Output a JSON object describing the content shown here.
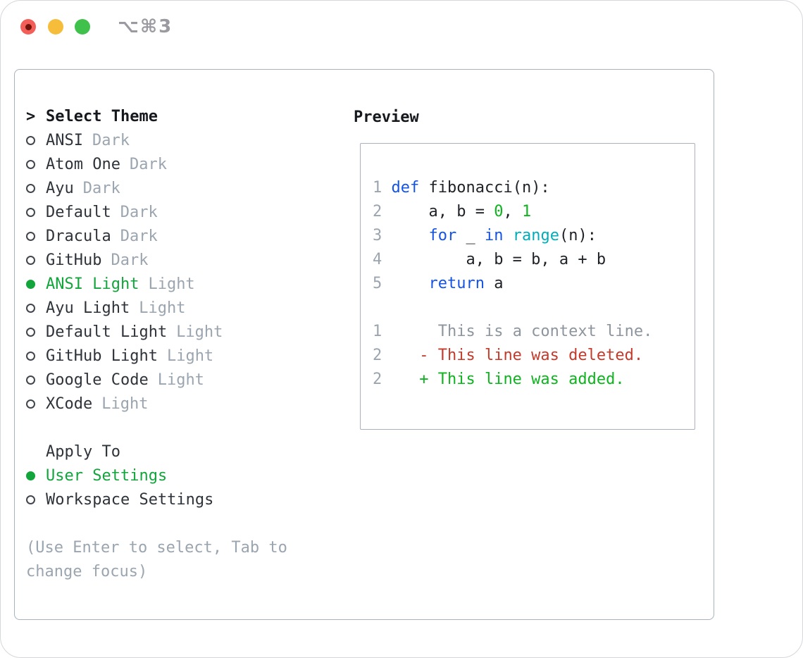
{
  "window": {
    "shortcut": "⌥⌘3"
  },
  "colors": {
    "selection_green": "#12a53c",
    "keyword_blue": "#1353e9",
    "builtin_cyan": "#00adb8",
    "number_green": "#0db41e",
    "diff_red": "#c43a2a",
    "diff_green": "#0db41e",
    "muted_gray": "#9ba5b0",
    "traffic_red": "#f35f58",
    "traffic_yellow": "#f6bd3a",
    "traffic_green": "#3fc14c"
  },
  "theme_panel": {
    "title_prefix": ">",
    "title": "Select Theme",
    "items": [
      {
        "label": "ANSI",
        "tag": "Dark",
        "selected": false
      },
      {
        "label": "Atom One",
        "tag": "Dark",
        "selected": false
      },
      {
        "label": "Ayu",
        "tag": "Dark",
        "selected": false
      },
      {
        "label": "Default",
        "tag": "Dark",
        "selected": false
      },
      {
        "label": "Dracula",
        "tag": "Dark",
        "selected": false
      },
      {
        "label": "GitHub",
        "tag": "Dark",
        "selected": false
      },
      {
        "label": "ANSI Light",
        "tag": "Light",
        "selected": true
      },
      {
        "label": "Ayu Light",
        "tag": "Light",
        "selected": false
      },
      {
        "label": "Default Light",
        "tag": "Light",
        "selected": false
      },
      {
        "label": "GitHub Light",
        "tag": "Light",
        "selected": false
      },
      {
        "label": "Google Code",
        "tag": "Light",
        "selected": false
      },
      {
        "label": "XCode",
        "tag": "Light",
        "selected": false
      }
    ],
    "apply_to": {
      "title": "Apply To",
      "options": [
        {
          "label": "User Settings",
          "selected": true
        },
        {
          "label": "Workspace Settings",
          "selected": false
        }
      ]
    },
    "hint_lines": [
      "(Use Enter to select, Tab to",
      "change focus)"
    ]
  },
  "preview": {
    "title": "Preview",
    "lines": [
      [
        {
          "c": "num",
          "t": "1"
        },
        {
          "c": "plain",
          "t": " "
        },
        {
          "c": "kw",
          "t": "def"
        },
        {
          "c": "plain",
          "t": " fibonacci(n):"
        }
      ],
      [
        {
          "c": "num",
          "t": "2"
        },
        {
          "c": "plain",
          "t": "     a, b = "
        },
        {
          "c": "grn",
          "t": "0"
        },
        {
          "c": "plain",
          "t": ", "
        },
        {
          "c": "grn",
          "t": "1"
        }
      ],
      [
        {
          "c": "num",
          "t": "3"
        },
        {
          "c": "plain",
          "t": "     "
        },
        {
          "c": "kw",
          "t": "for"
        },
        {
          "c": "plain",
          "t": " _ "
        },
        {
          "c": "kw",
          "t": "in"
        },
        {
          "c": "plain",
          "t": " "
        },
        {
          "c": "cyan",
          "t": "range"
        },
        {
          "c": "plain",
          "t": "(n):"
        }
      ],
      [
        {
          "c": "num",
          "t": "4"
        },
        {
          "c": "plain",
          "t": "         a, b = b, a + b"
        }
      ],
      [
        {
          "c": "num",
          "t": "5"
        },
        {
          "c": "plain",
          "t": "     "
        },
        {
          "c": "kw",
          "t": "return"
        },
        {
          "c": "plain",
          "t": " a"
        }
      ],
      [],
      [
        {
          "c": "num",
          "t": "1"
        },
        {
          "c": "plain",
          "t": "      "
        },
        {
          "c": "ctx",
          "t": "This is a context line."
        }
      ],
      [
        {
          "c": "num",
          "t": "2"
        },
        {
          "c": "plain",
          "t": "    "
        },
        {
          "c": "del",
          "t": "- This line was deleted."
        }
      ],
      [
        {
          "c": "num",
          "t": "2"
        },
        {
          "c": "plain",
          "t": "    "
        },
        {
          "c": "add",
          "t": "+ This line was added."
        }
      ]
    ]
  }
}
